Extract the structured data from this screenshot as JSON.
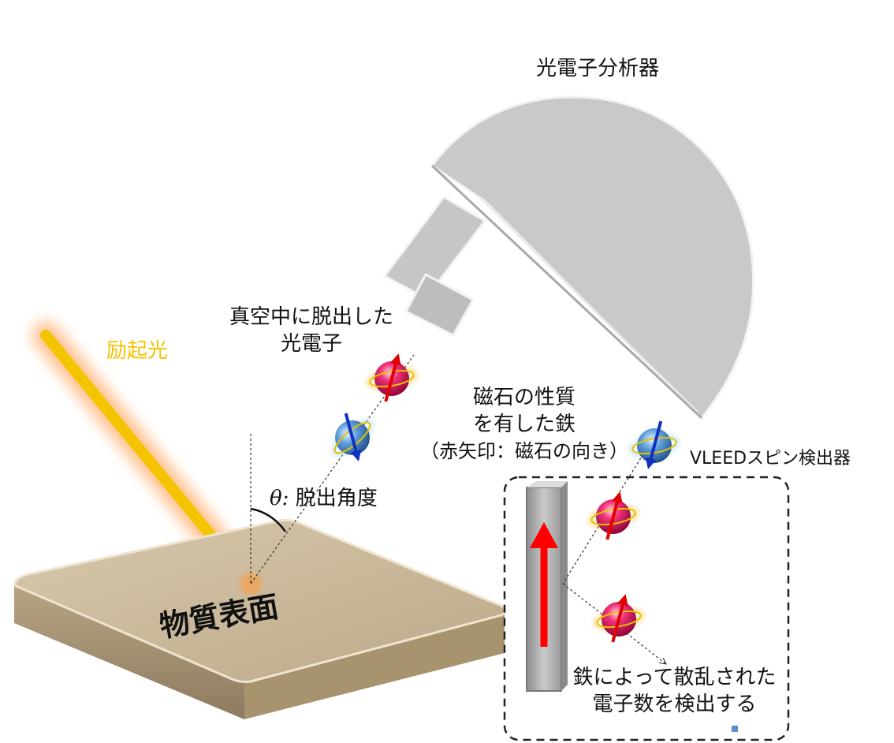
{
  "labels": {
    "analyzer": "光電子分析器",
    "emitted_line1": "真空中に脱出した",
    "emitted_line2": "光電子",
    "excitation_light": "励起光",
    "angle_symbol": "θ:",
    "angle_text": "脱出角度",
    "surface": "物質表面",
    "iron_line1": "磁石の性質",
    "iron_line2": "を有した鉄",
    "iron_line3": "（赤矢印：磁石の向き）",
    "detector": "VLEEDスピン検出器",
    "scatter_line1": "鉄によって散乱された",
    "scatter_line2": "電子数を検出する"
  },
  "colors": {
    "excitation_light": "#f5c400",
    "spin_up_electron": "#e0115f",
    "spin_down_electron": "#3a7fc0",
    "spin_up_arrow": "#e00000",
    "spin_down_arrow": "#1030c0",
    "magnet_arrow": "#ff0000",
    "analyzer_gray": "#c8c8c8",
    "surface_tan": "#c9b79a"
  }
}
